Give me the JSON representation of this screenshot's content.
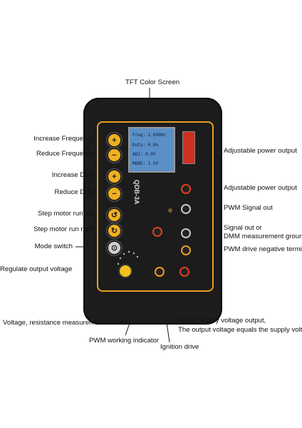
{
  "labels": {
    "tft_screen": "TFT Color  Screen",
    "increase_frequency": "Increase Frequency",
    "reduce_frequency": "Reduce Frequency",
    "increase_duty": "Increase Duty",
    "reduce_duty": "Reduce Duty",
    "step_left": "Step motor run left",
    "step_right": "Step motor run right",
    "mode_switch": "Mode switch",
    "regulate_voltage": "Regulate output voltage",
    "adj_power_1": "Adjustable power output",
    "adj_power_2": "Adjustable power output",
    "pwm_signal_out": "PWM Signal out",
    "signal_out_1": "Signal out or",
    "signal_out_2": "DMM measurement ground",
    "pwm_negative": "PWM drive negative terminal",
    "voltage_terminal": "Voltage, resistance measurement terminal",
    "supply_output_1": "Power supply voltage output,",
    "supply_output_2": "The output voltage equals the supply voltage",
    "pwm_indicator": "PWM working indicator",
    "ignition_drive": "Ignition drive"
  },
  "device": {
    "model": "QDB-3A",
    "screen_lines": [
      "Freq: 1.000Hz",
      "Duty: 0.0%",
      "ADJ: 0.0V",
      "MODE: 1.5V"
    ],
    "buttons": [
      "+",
      "−",
      "+",
      "−",
      "↺",
      "↻",
      "⊙"
    ],
    "colors": {
      "body": "#1c1c1c",
      "accent": "#e8a020",
      "screen": "#5a8fc8",
      "jack_red": "#e04020"
    }
  }
}
